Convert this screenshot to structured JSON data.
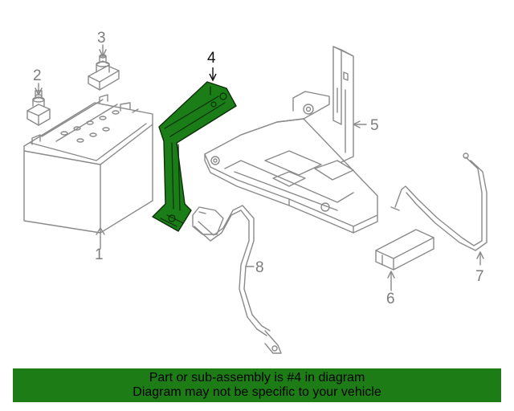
{
  "callouts": {
    "c1": "1",
    "c2": "2",
    "c3": "3",
    "c4": "4",
    "c5": "5",
    "c6": "6",
    "c7": "7",
    "c8": "8"
  },
  "highlight_part": "4",
  "colors": {
    "highlight_fill": "#1a7d17",
    "line": "#8a8a8a",
    "banner_bg": "#1e7c17",
    "banner_text": "#000000"
  },
  "banner": {
    "line1": "Part or sub-assembly is #4 in diagram",
    "line2": "Diagram may not be specific to your vehicle"
  }
}
